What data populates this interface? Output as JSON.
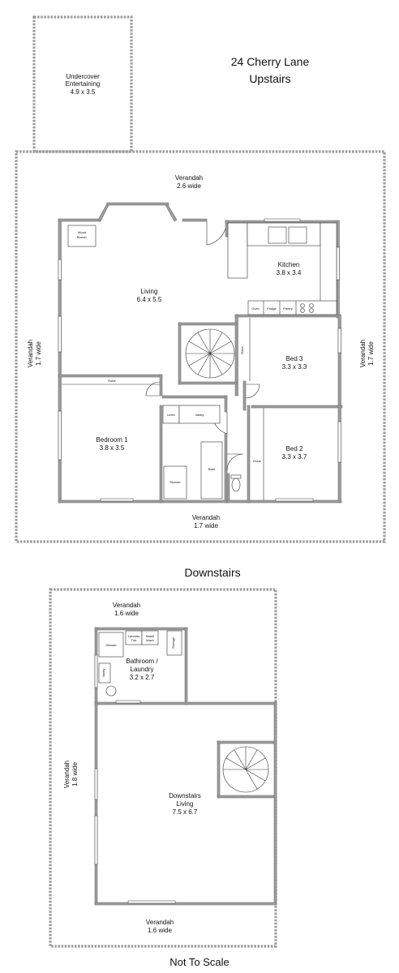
{
  "title": {
    "address": "24 Cherry Lane",
    "upstairs": "Upstairs"
  },
  "downstairs_heading": "Downstairs",
  "footer": "Not To Scale",
  "upstairs": {
    "undercover": {
      "name": "Undercover",
      "name2": "Entertaining",
      "size": "4.9 x 3.5"
    },
    "verandah_top": {
      "name": "Verandah",
      "width": "2.6 wide"
    },
    "verandah_left": {
      "name": "Verandah",
      "width": "1.7 wide"
    },
    "verandah_right": {
      "name": "Verandah",
      "width": "1.7 wide"
    },
    "verandah_bottom": {
      "name": "Verandah",
      "width": "1.7 wide"
    },
    "wood_burner": {
      "line1": "Wood",
      "line2": "Burner"
    },
    "living": {
      "name": "Living",
      "size": "6.4 x 5.5"
    },
    "kitchen": {
      "name": "Kitchen",
      "size": "3.8 x 3.4"
    },
    "kitchen_units": {
      "oven": "Oven",
      "fridge": "Fridge",
      "pantry": "Pantry"
    },
    "bed3": {
      "name": "Bed 3",
      "size": "3.3 x 3.3",
      "robe": "Robe"
    },
    "bed2": {
      "name": "Bed 2",
      "size": "3.3 x 3.7",
      "robe": "Robe"
    },
    "bedroom1": {
      "name": "Bedroom 1",
      "size": "3.8 x 3.5",
      "robe": "Robe"
    },
    "linen": "Linen",
    "vanity": "Vanity",
    "shower": "Shower",
    "bath": "Bath"
  },
  "downstairs": {
    "verandah_top": {
      "name": "Verandah",
      "width": "1.6 wide"
    },
    "verandah_left": {
      "name": "Verandah",
      "width": "1.8 wide"
    },
    "verandah_bottom": {
      "name": "Verandah",
      "width": "1.6 wide"
    },
    "shower": "Shower",
    "laundry_tub": {
      "line1": "Laundry",
      "line2": "Tub"
    },
    "wash_mach": {
      "line1": "Wash",
      "line2": "Mach"
    },
    "storage": "Storage",
    "vanity": "Vanity",
    "bathroom": {
      "line1": "Bathroom /",
      "line2": "Laundry",
      "size": "3.2 x 2.7"
    },
    "living": {
      "line1": "Downstairs",
      "line2": "Living",
      "size": "7.5 x 6.7"
    }
  }
}
